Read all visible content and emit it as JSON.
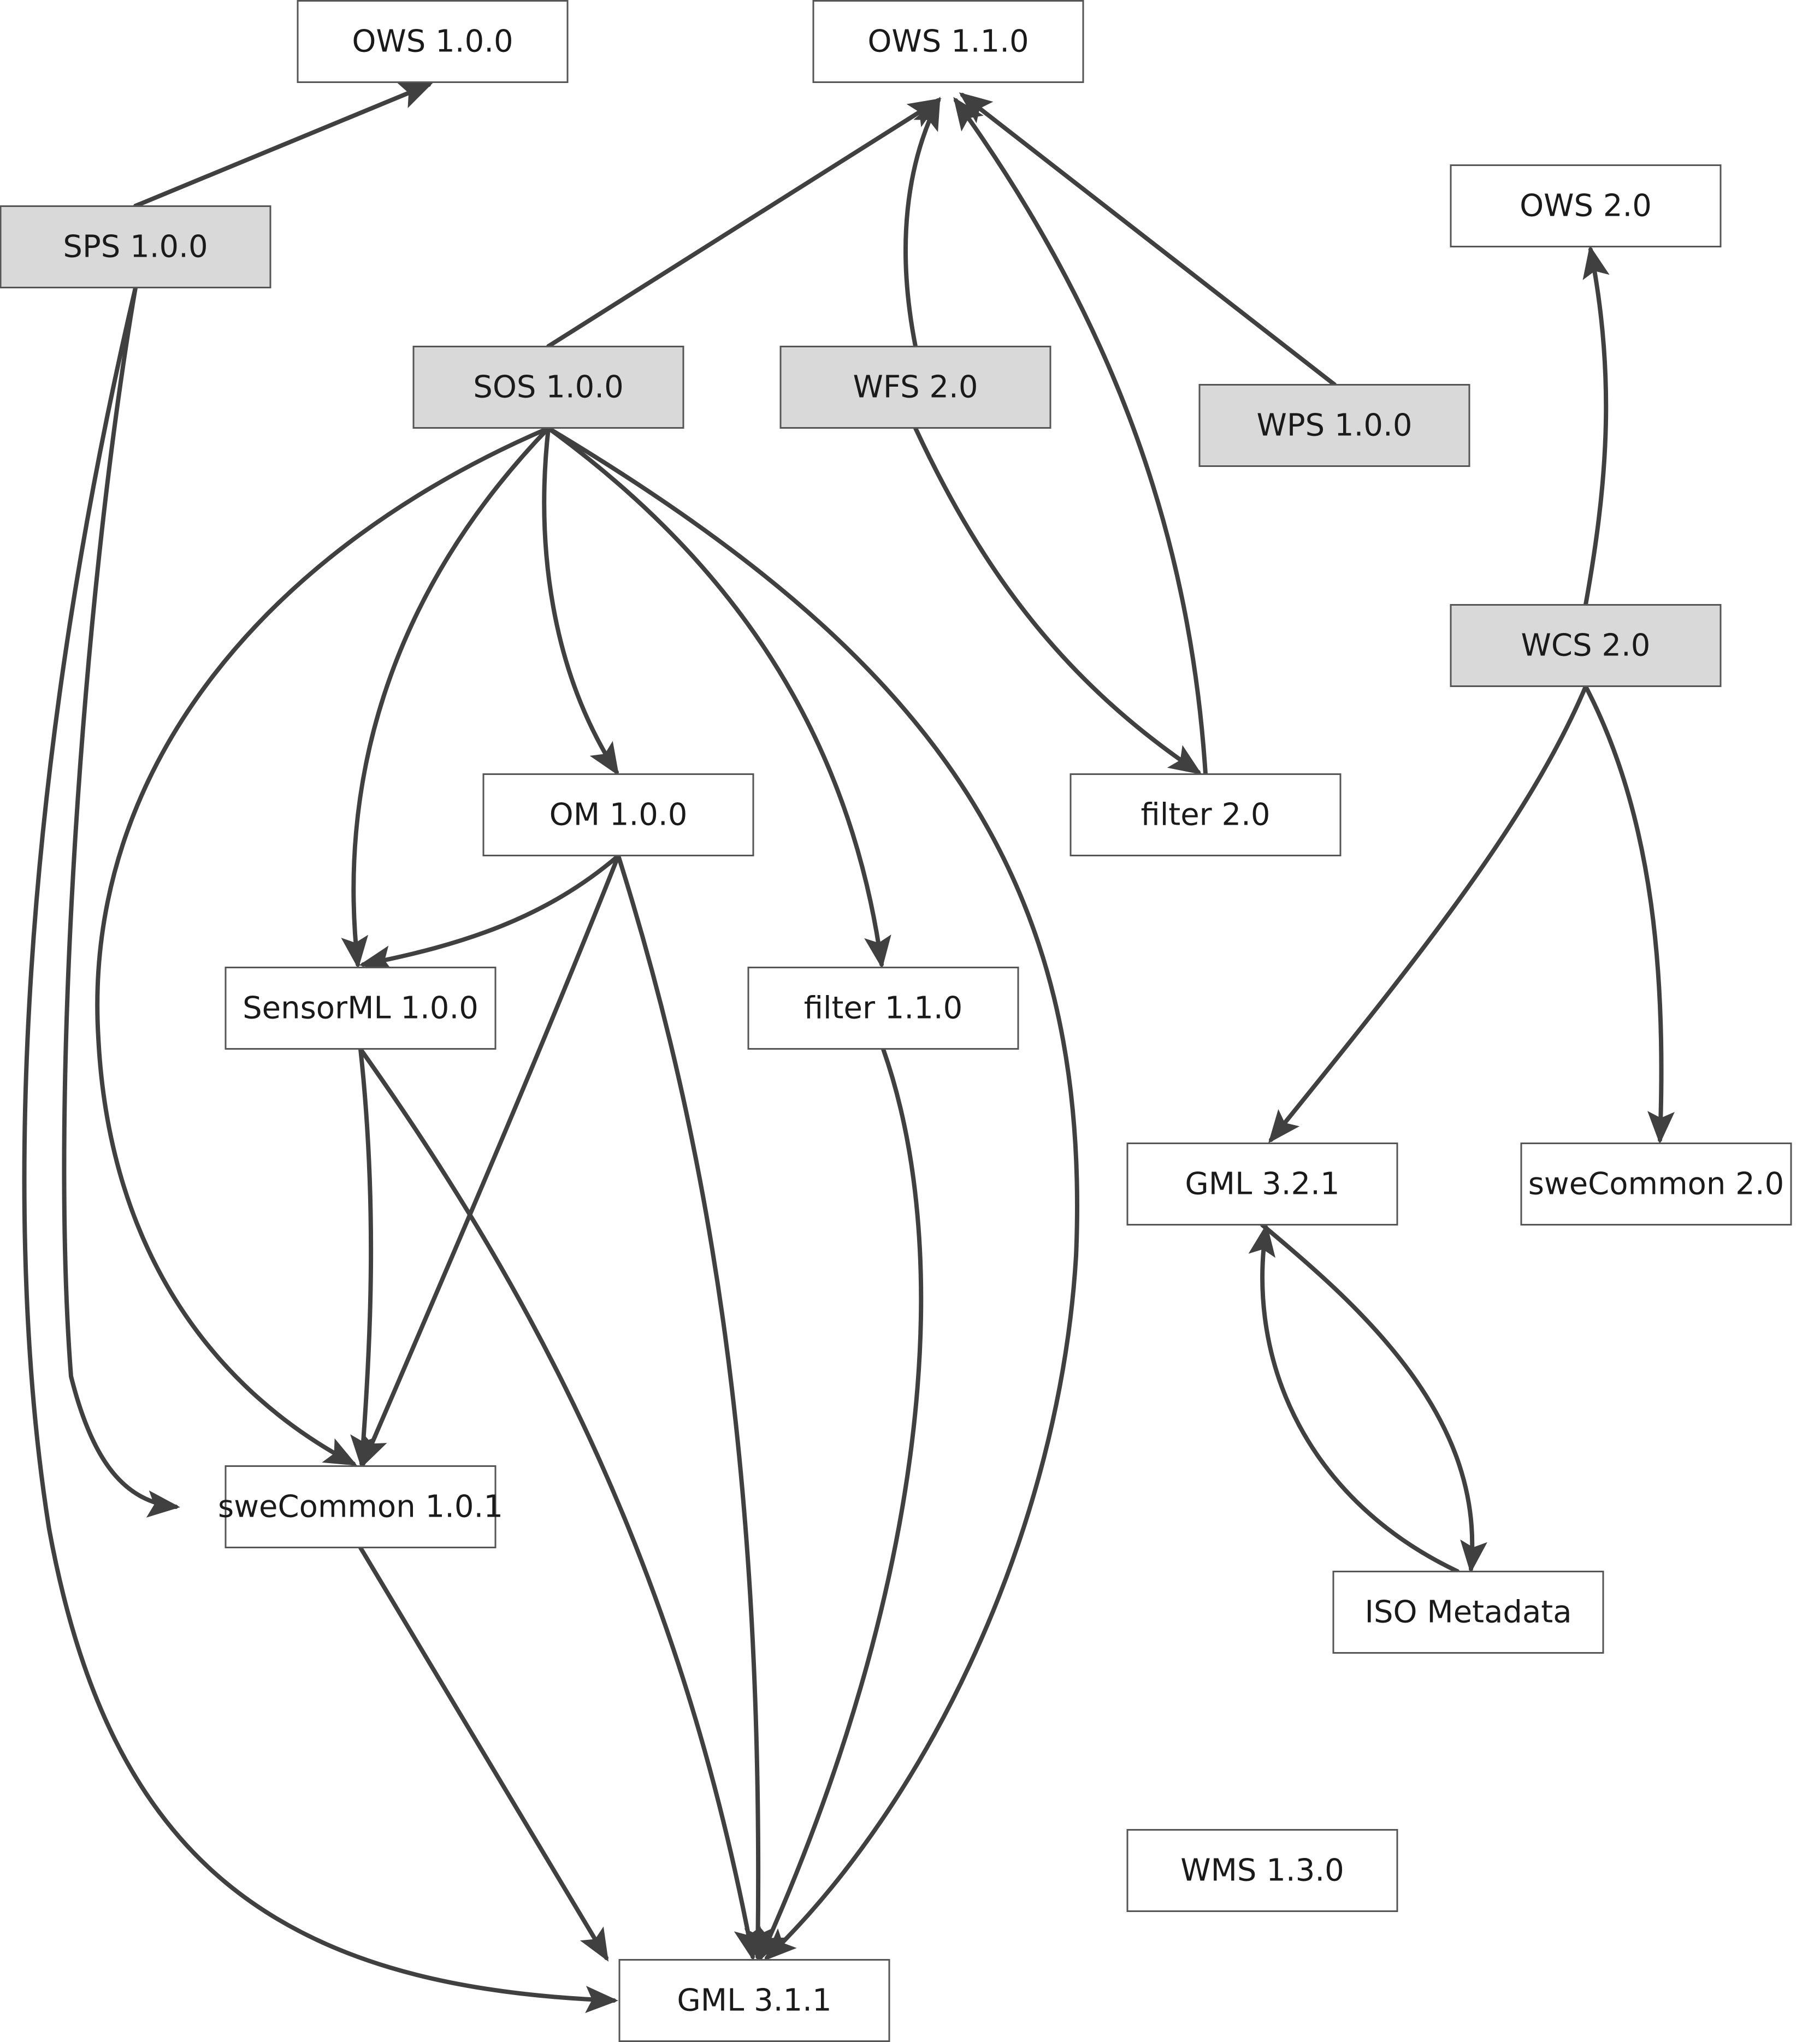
{
  "colors": {
    "service_fill": "#d9d9d9",
    "standard_fill": "#ffffff",
    "border": "#555555",
    "edge": "#404040",
    "text": "#1a1a1a"
  },
  "nodes": {
    "ows100": {
      "label": "OWS 1.0.0",
      "kind": "standard"
    },
    "ows110": {
      "label": "OWS 1.1.0",
      "kind": "standard"
    },
    "ows20": {
      "label": "OWS 2.0",
      "kind": "standard"
    },
    "sps100": {
      "label": "SPS 1.0.0",
      "kind": "service"
    },
    "sos100": {
      "label": "SOS 1.0.0",
      "kind": "service"
    },
    "wfs20": {
      "label": "WFS 2.0",
      "kind": "service"
    },
    "wps100": {
      "label": "WPS 1.0.0",
      "kind": "service"
    },
    "wcs20": {
      "label": "WCS 2.0",
      "kind": "service"
    },
    "om100": {
      "label": "OM 1.0.0",
      "kind": "standard"
    },
    "filter20": {
      "label": "filter 2.0",
      "kind": "standard"
    },
    "sensorml100": {
      "label": "SensorML 1.0.0",
      "kind": "standard"
    },
    "filter110": {
      "label": "filter 1.1.0",
      "kind": "standard"
    },
    "gml321": {
      "label": "GML 3.2.1",
      "kind": "standard"
    },
    "swecommon20": {
      "label": "sweCommon 2.0",
      "kind": "standard"
    },
    "swecommon101": {
      "label": "sweCommon 1.0.1",
      "kind": "standard"
    },
    "isometadata": {
      "label": "ISO Metadata",
      "kind": "standard"
    },
    "wms130": {
      "label": "WMS 1.3.0",
      "kind": "standard"
    },
    "gml311": {
      "label": "GML 3.1.1",
      "kind": "standard"
    }
  },
  "edges": [
    {
      "from": "sps100",
      "to": "ows100"
    },
    {
      "from": "sps100",
      "to": "swecommon101"
    },
    {
      "from": "sps100",
      "to": "gml311"
    },
    {
      "from": "sos100",
      "to": "ows110"
    },
    {
      "from": "sos100",
      "to": "om100"
    },
    {
      "from": "sos100",
      "to": "sensorml100"
    },
    {
      "from": "sos100",
      "to": "swecommon101"
    },
    {
      "from": "sos100",
      "to": "filter110"
    },
    {
      "from": "sos100",
      "to": "gml311"
    },
    {
      "from": "wfs20",
      "to": "ows110"
    },
    {
      "from": "wfs20",
      "to": "filter20"
    },
    {
      "from": "filter20",
      "to": "ows110"
    },
    {
      "from": "wps100",
      "to": "ows110"
    },
    {
      "from": "wcs20",
      "to": "ows20"
    },
    {
      "from": "wcs20",
      "to": "gml321"
    },
    {
      "from": "wcs20",
      "to": "swecommon20"
    },
    {
      "from": "om100",
      "to": "sensorml100"
    },
    {
      "from": "om100",
      "to": "swecommon101"
    },
    {
      "from": "om100",
      "to": "gml311"
    },
    {
      "from": "sensorml100",
      "to": "swecommon101"
    },
    {
      "from": "sensorml100",
      "to": "gml311"
    },
    {
      "from": "filter110",
      "to": "gml311"
    },
    {
      "from": "swecommon101",
      "to": "gml311"
    },
    {
      "from": "gml321",
      "to": "isometadata"
    },
    {
      "from": "isometadata",
      "to": "gml321"
    }
  ]
}
